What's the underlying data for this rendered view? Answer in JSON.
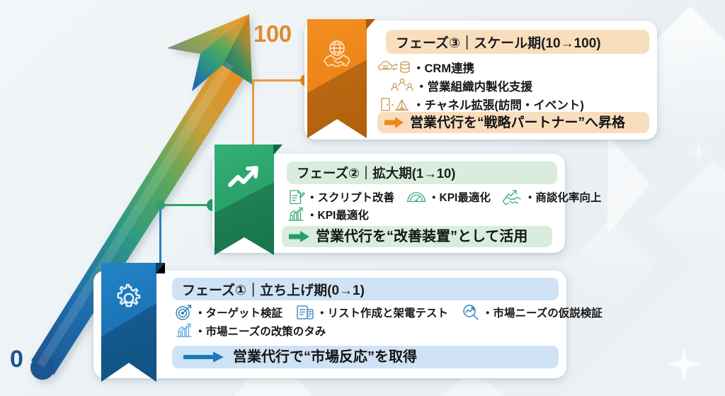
{
  "axis": {
    "start_label": "0",
    "end_label": "100",
    "start_color": "#1B5490",
    "end_color": "#DE8C2E"
  },
  "theme": {
    "phase1_accent": "#1A6FB5",
    "phase1_band": "#CFE3F5",
    "phase2_accent": "#23A06A",
    "phase2_band": "#D8EDDD",
    "phase3_accent": "#EE8518",
    "phase3_band": "#F9DEBE",
    "background": "#EEF3F6"
  },
  "phases": [
    {
      "id": "phase1",
      "ribbon_icon": "gear-icon",
      "header": "フェーズ①｜立ち上げ期(0→1)",
      "bullets": [
        {
          "icon": "target-dart-icon",
          "text": "・ターゲット検証"
        },
        {
          "icon": "clipboard-phone-icon",
          "text": "・リスト作成と架電テスト"
        },
        {
          "icon": "magnifier-chart-icon",
          "text": "・市場ニーズの仮説検証"
        },
        {
          "icon": "bar-chart-growth-icon",
          "text": "・市場ニーズの改策のタみ"
        }
      ],
      "bullet_rows": [
        3,
        1
      ],
      "cta_arrow": "long-right-arrow-icon",
      "cta": "営業代行で“市場反応”を取得"
    },
    {
      "id": "phase2",
      "ribbon_icon": "trend-up-arrow-icon",
      "header": "フェーズ②｜拡大期(1→10)",
      "bullets": [
        {
          "icon": "document-pencil-icon",
          "text": "・スクリプト改善"
        },
        {
          "icon": "speedometer-icon",
          "text": "・KPI最適化"
        },
        {
          "icon": "handshake-growth-icon",
          "text": "・商談化率向上"
        },
        {
          "icon": "bar-chart-growth-icon",
          "text": "・KPI最適化"
        }
      ],
      "bullet_rows": [
        3,
        1
      ],
      "cta_arrow": "right-arrow-icon",
      "cta": "営業代行を“改善装置”として活用"
    },
    {
      "id": "phase3",
      "ribbon_icon": "globe-handshake-icon",
      "header": "フェーズ③｜スケール期(10→100)",
      "bullets": [
        {
          "icon": "cloud-database-sync-icon",
          "text": "・CRM連携"
        },
        {
          "icon": "team-people-icon",
          "text": "・営業組織内製化支援"
        },
        {
          "icon": "door-tent-icon",
          "text": "・チャネル拡張(訪問・イベント)"
        }
      ],
      "bullet_rows": [
        1,
        1,
        1
      ],
      "cta_arrow": "right-arrow-icon",
      "cta": "営業代行を“戦略パートナー”へ昇格"
    }
  ],
  "chart_data": {
    "type": "line",
    "title": "",
    "xlabel": "",
    "ylabel": "",
    "x": [
      0,
      1,
      2
    ],
    "values": [
      0,
      10,
      100
    ],
    "categories": [
      "フェーズ①",
      "フェーズ②",
      "フェーズ③"
    ],
    "tick_labels": [
      "0",
      "100"
    ],
    "ylim": [
      0,
      100
    ],
    "grid": false,
    "legend": "none",
    "annotations": [
      "立ち上げ期(0→1)",
      "拡大期(1→10)",
      "スケール期(10→100)"
    ]
  }
}
